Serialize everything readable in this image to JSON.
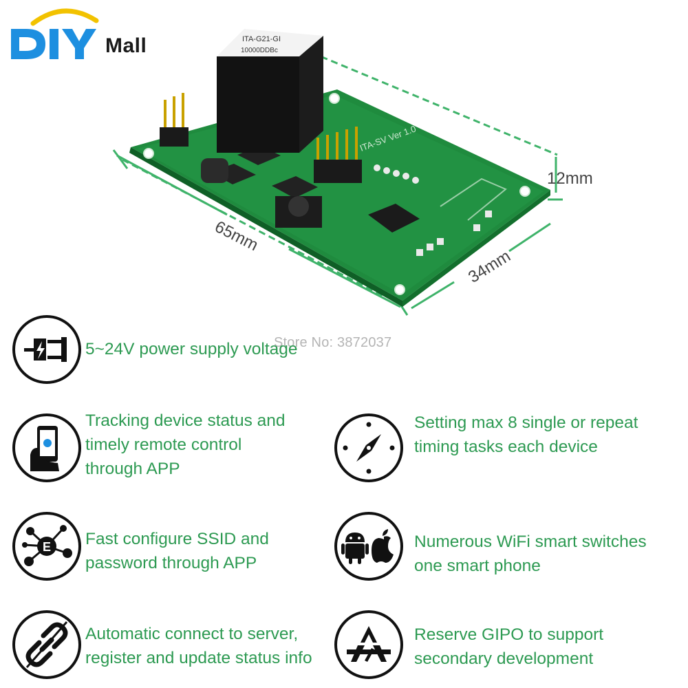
{
  "brand": {
    "logo_text": "DIY",
    "logo_mall": "Mall",
    "colors": {
      "blue": "#1d8fe0",
      "yellow": "#f2c200",
      "green": "#2d9a52"
    }
  },
  "dimensions": {
    "height": "12mm",
    "length": "65mm",
    "width": "34mm"
  },
  "board_markings": {
    "relay_line1": "ITA-G21-GI",
    "relay_line2": "10000DDBc",
    "pcb_label": "ITA-SV Ver 1.0"
  },
  "watermark": "Store No: 3872037",
  "features": [
    {
      "icon": "power-plug-icon",
      "lines": [
        "5~24V power supply voltage"
      ]
    },
    {
      "icon": "phone-hand-icon",
      "lines": [
        "Tracking device status and",
        "timely remote control",
        "through APP"
      ]
    },
    {
      "icon": "compass-icon",
      "lines": [
        "Setting max 8 single or repeat",
        "timing tasks each device"
      ]
    },
    {
      "icon": "network-nodes-icon",
      "lines": [
        "Fast configure SSID and",
        "password through APP"
      ]
    },
    {
      "icon": "android-apple-icon",
      "lines": [
        "Numerous WiFi smart switches",
        "one smart phone"
      ]
    },
    {
      "icon": "broken-link-icon",
      "lines": [
        "Automatic connect to server,",
        "register and update status info"
      ]
    },
    {
      "icon": "app-store-icon",
      "lines": [
        "Reserve GIPO to support",
        "secondary development"
      ]
    }
  ]
}
